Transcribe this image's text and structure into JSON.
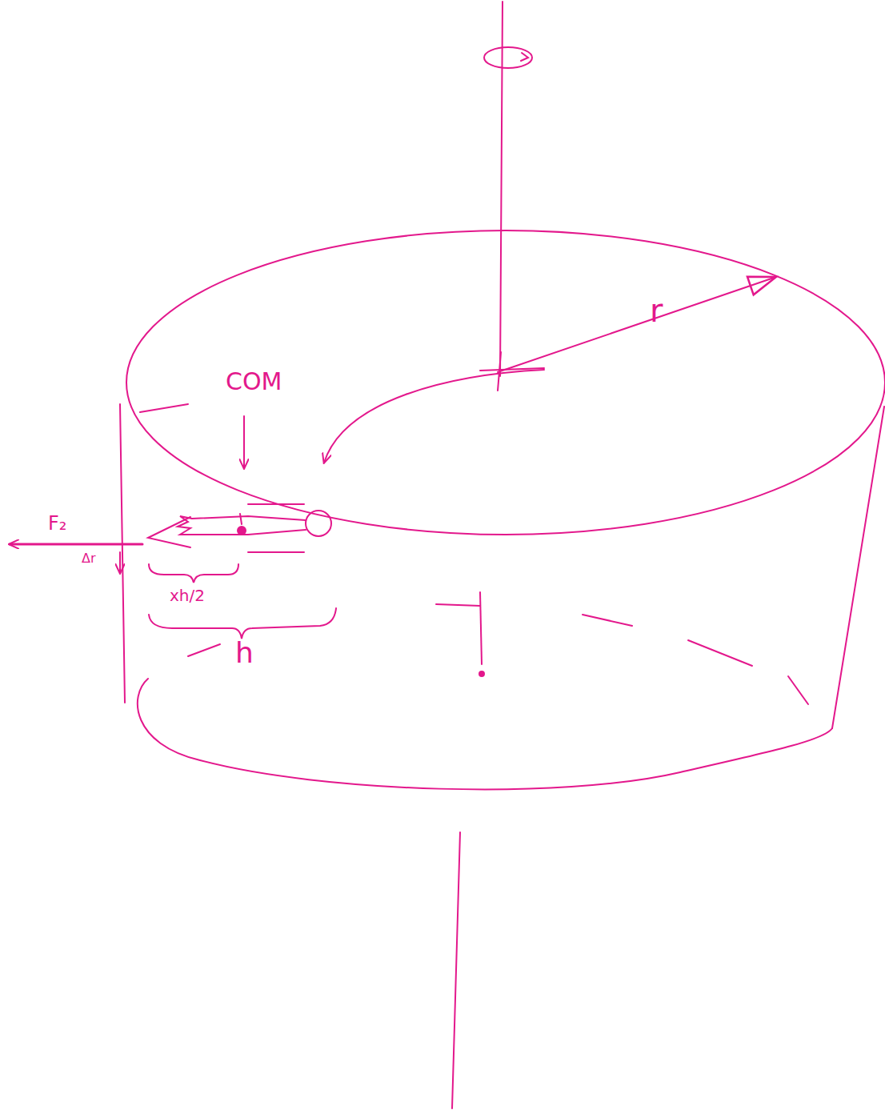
{
  "diagram": {
    "labels": [
      "COM",
      "r",
      "F₂",
      "Δr",
      "xh/2",
      "h"
    ]
  }
}
